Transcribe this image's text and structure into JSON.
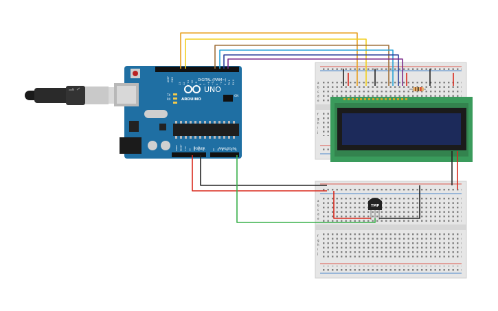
{
  "arduino": {
    "model": "UNO",
    "brand": "ARDUINO",
    "digital_header": "DIGITAL (PWM~)",
    "power_header": "POWER",
    "analog_header": "ANALOG IN",
    "tx": "TX",
    "rx": "RX",
    "on": "ON",
    "aref": "AREF",
    "gnd": "GND",
    "digital_pins": [
      "13",
      "12",
      "~11",
      "~10",
      "~9",
      "8",
      "7",
      "~6",
      "~5",
      "4",
      "~3",
      "2",
      "TX 1",
      "RX 0"
    ],
    "power_pins": [
      "IOREF",
      "RESET",
      "3.3V",
      "5V",
      "GND",
      "GND",
      "Vin"
    ],
    "analog_pins": [
      "A0",
      "A1",
      "A2",
      "A3",
      "A4",
      "A5"
    ]
  },
  "sensor": {
    "label": "TMP"
  },
  "breadboard_top": {
    "row_labels": [
      "a",
      "b",
      "c",
      "d",
      "e",
      "f",
      "g",
      "h",
      "i",
      "j"
    ]
  },
  "breadboard_bottom": {
    "row_labels": [
      "a",
      "b",
      "c",
      "d",
      "e",
      "f",
      "g",
      "h",
      "i",
      "j"
    ]
  },
  "colors": {
    "board": "#1f6fa3",
    "lcd_pcb": "#3a9b5c",
    "lcd_screen": "#1c2a5a",
    "wire_orange": "#e8a020",
    "wire_yellow": "#f2cf1f",
    "wire_brown": "#a0703a",
    "wire_blue": "#2aa3d8",
    "wire_darkblue": "#2a3f9a",
    "wire_purple": "#7b2a8a",
    "wire_red": "#d8281c",
    "wire_black": "#222222",
    "wire_green": "#38b04a"
  }
}
